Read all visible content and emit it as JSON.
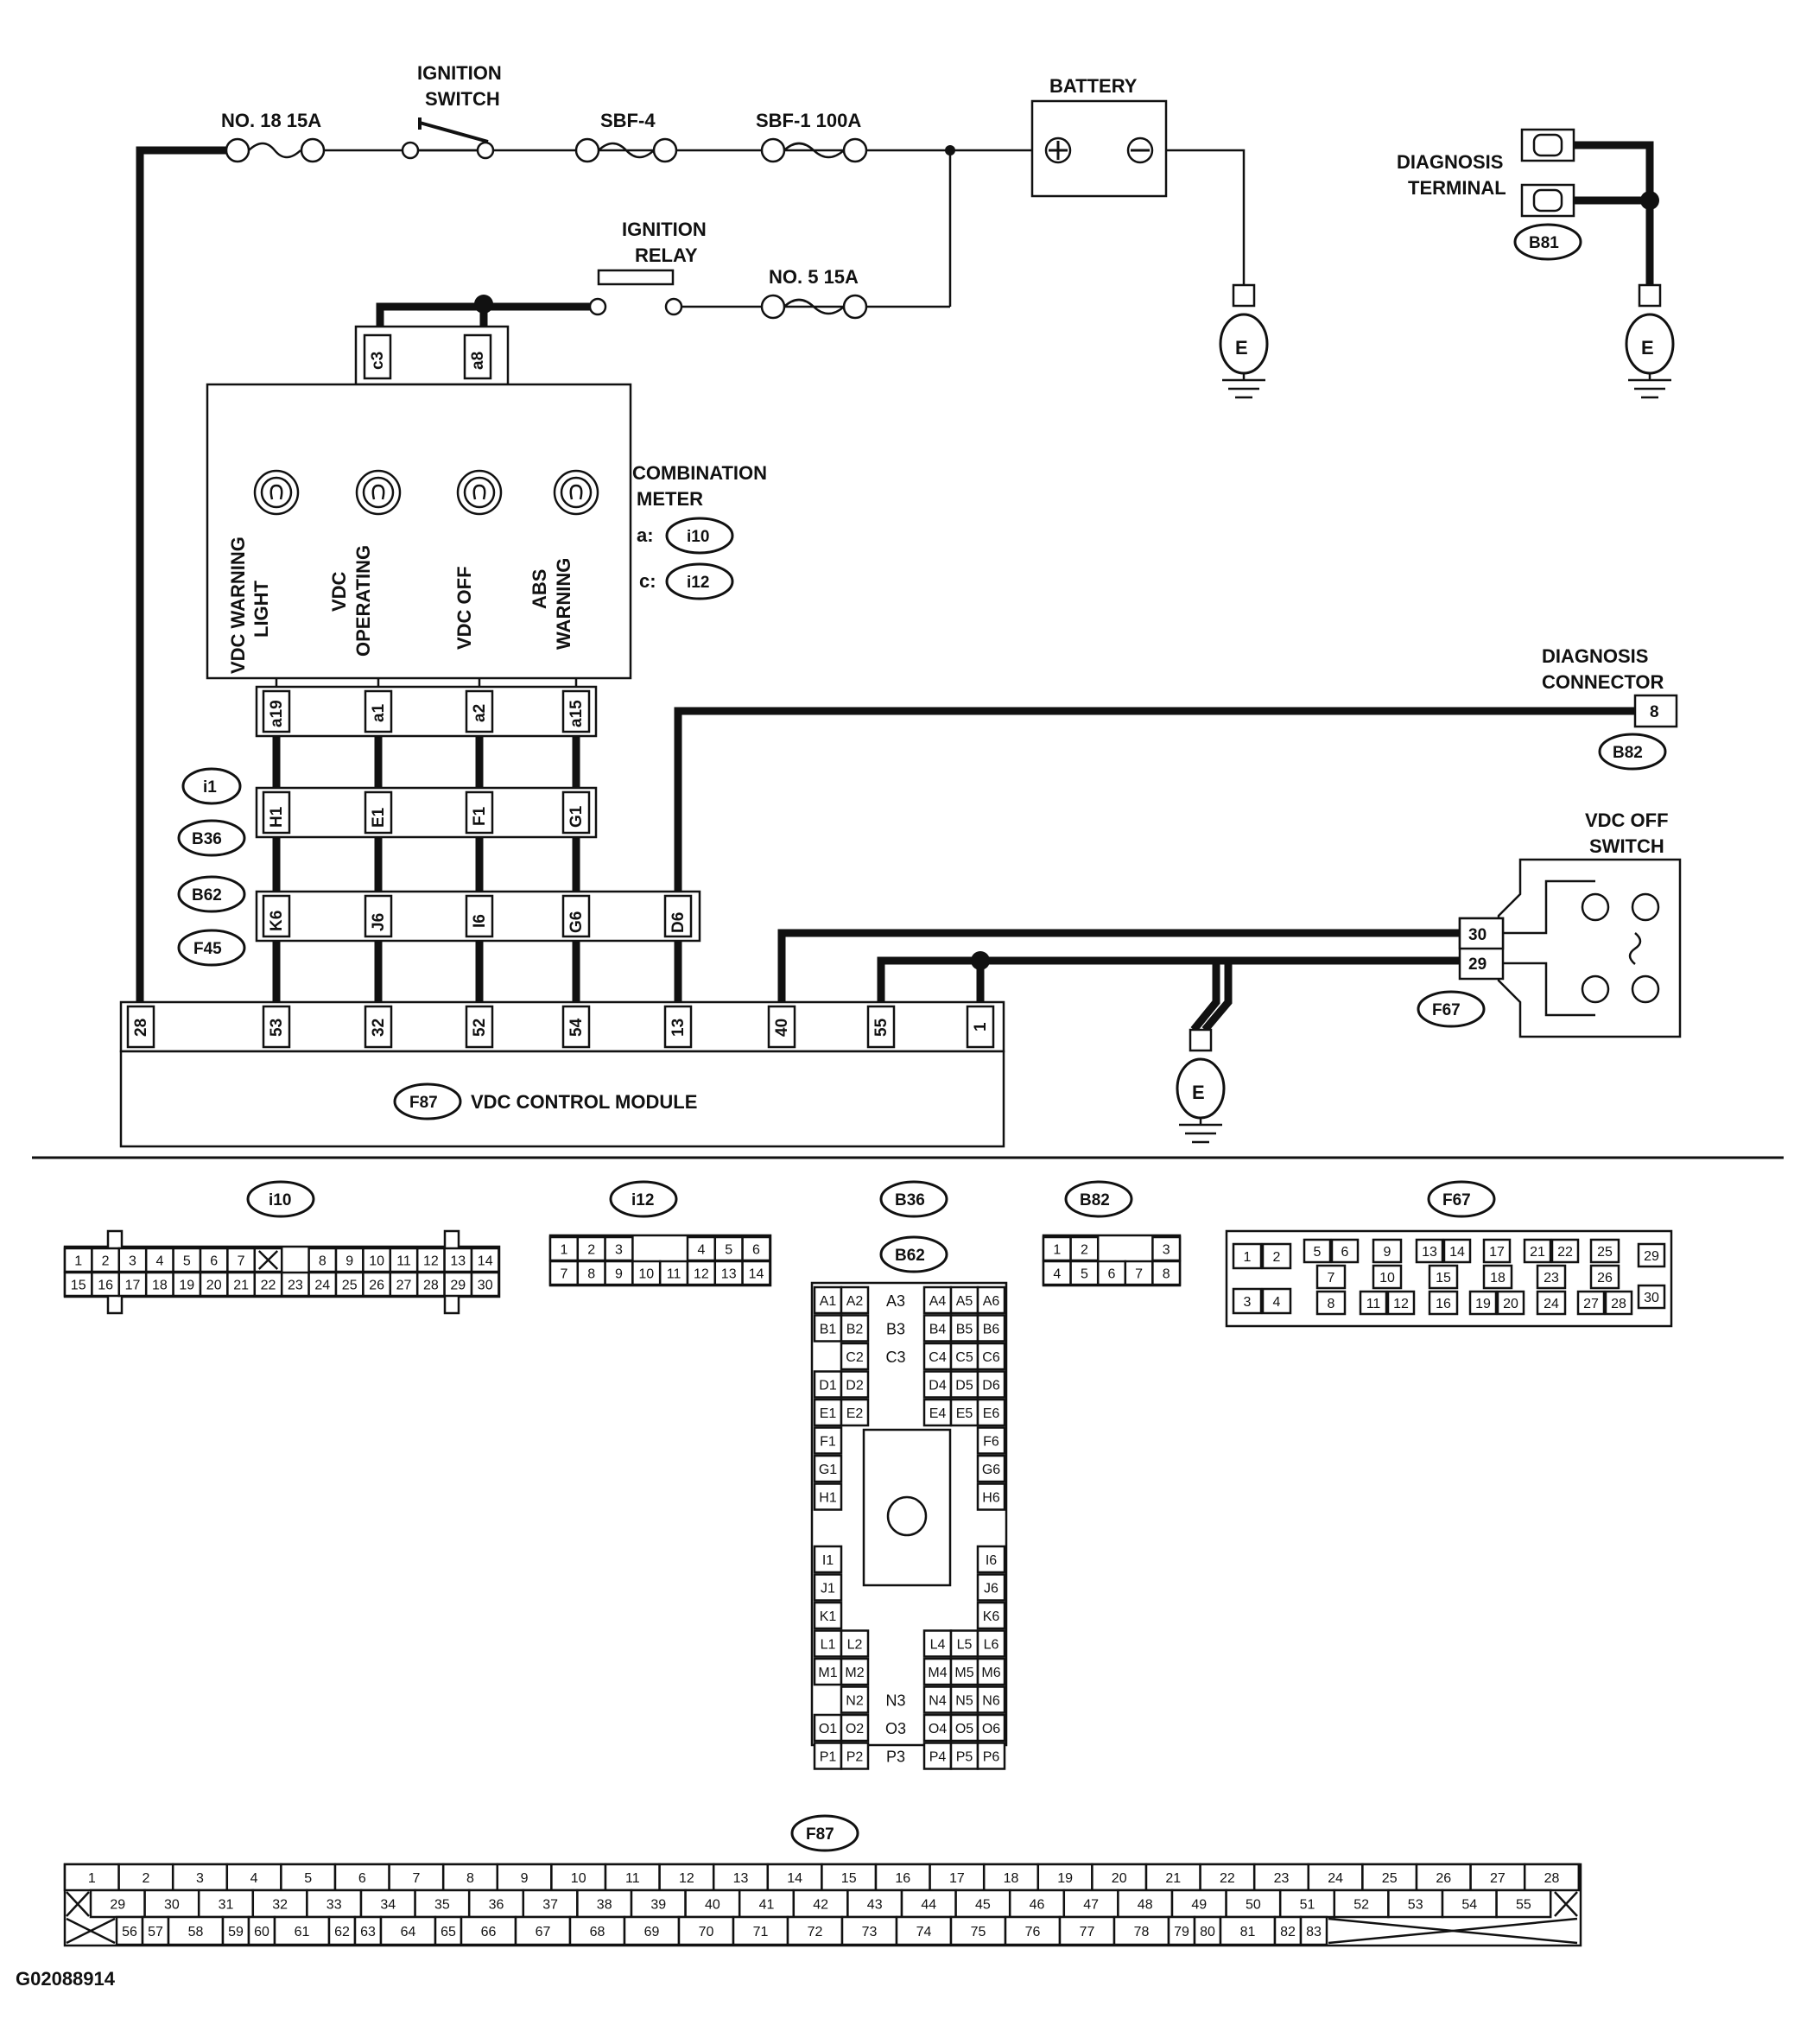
{
  "labels": {
    "fuse_no18": "NO. 18 15A",
    "ignition_switch_1": "IGNITION",
    "ignition_switch_2": "SWITCH",
    "sbf4": "SBF-4",
    "sbf1": "SBF-1 100A",
    "battery": "BATTERY",
    "ignition_relay_1": "IGNITION",
    "ignition_relay_2": "RELAY",
    "fuse_no5": "NO. 5 15A",
    "diag_terminal_1": "DIAGNOSIS",
    "diag_terminal_2": "TERMINAL",
    "combination_meter_1": "COMBINATION",
    "combination_meter_2": "METER",
    "meter_a": "a:",
    "meter_c": "c:",
    "lamp_vdc_warning_1": "VDC WARNING",
    "lamp_vdc_warning_2": "LIGHT",
    "lamp_vdc_operating_1": "VDC",
    "lamp_vdc_operating_2": "OPERATING",
    "lamp_vdc_off": "VDC OFF",
    "lamp_abs_warning_1": "ABS",
    "lamp_abs_warning_2": "WARNING",
    "diag_connector_1": "DIAGNOSIS",
    "diag_connector_2": "CONNECTOR",
    "vdc_off_switch_1": "VDC OFF",
    "vdc_off_switch_2": "SWITCH",
    "vdc_control_module": "VDC CONTROL MODULE",
    "figure_id": "G02088914",
    "ground": "E",
    "plus": "⊕",
    "minus": "⊖"
  },
  "connectors": {
    "b81": "B81",
    "i10": "i10",
    "i12": "i12",
    "b82": "B82",
    "i1": "i1",
    "b36": "B36",
    "b62": "B62",
    "f45": "F45",
    "f67": "F67",
    "f87": "F87"
  },
  "pins": {
    "c3": "c3",
    "a8": "a8",
    "a19": "a19",
    "a1": "a1",
    "a2": "a2",
    "a15": "a15",
    "h1": "H1",
    "e1": "E1",
    "f1": "F1",
    "g1": "G1",
    "k6": "K6",
    "j6": "J6",
    "i6": "I6",
    "g6": "G6",
    "d6": "D6",
    "b82_8": "8",
    "f67_30": "30",
    "f67_29": "29",
    "m28": "28",
    "m53": "53",
    "m32": "32",
    "m52": "52",
    "m54": "54",
    "m13": "13",
    "m40": "40",
    "m55": "55",
    "m1": "1"
  },
  "connector_views": {
    "i10": {
      "row1": [
        "1",
        "2",
        "3",
        "4",
        "5",
        "6",
        "7",
        "",
        "8",
        "9",
        "10",
        "11",
        "12",
        "13",
        "14"
      ],
      "row2": [
        "15",
        "16",
        "17",
        "18",
        "19",
        "20",
        "21",
        "22",
        "23",
        "24",
        "25",
        "26",
        "27",
        "28",
        "29",
        "30"
      ]
    },
    "i12": {
      "row1": [
        "1",
        "2",
        "3",
        "",
        "4",
        "5",
        "6"
      ],
      "row2": [
        "7",
        "8",
        "9",
        "10",
        "11",
        "12",
        "13",
        "14"
      ]
    },
    "b82": {
      "row1": [
        "1",
        "2",
        "",
        "3"
      ],
      "row2": [
        "4",
        "5",
        "6",
        "7",
        "8"
      ]
    },
    "f67": [
      "1",
      "2",
      "5",
      "6",
      "9",
      "13",
      "14",
      "17",
      "21",
      "22",
      "25",
      "29",
      "7",
      "10",
      "15",
      "18",
      "23",
      "26",
      "3",
      "4",
      "8",
      "11",
      "12",
      "16",
      "19",
      "20",
      "24",
      "27",
      "28",
      "30"
    ],
    "b36": {
      "left": [
        "A1",
        "A2",
        "B1",
        "B2",
        "C2",
        "D1",
        "D2",
        "E1",
        "E2",
        "F1",
        "G1",
        "H1",
        "I1",
        "J1",
        "K1",
        "L1",
        "L2",
        "M1",
        "M2",
        "N2",
        "O1",
        "O2",
        "P1",
        "P2"
      ],
      "mid": [
        "A3",
        "B3",
        "C3",
        "N3",
        "O3",
        "P3"
      ],
      "right": [
        "A4",
        "A5",
        "A6",
        "B4",
        "B5",
        "B6",
        "C4",
        "C5",
        "C6",
        "D4",
        "D5",
        "D6",
        "E4",
        "E5",
        "E6",
        "F6",
        "G6",
        "H6",
        "I6",
        "J6",
        "K6",
        "L4",
        "L5",
        "L6",
        "M4",
        "M5",
        "M6",
        "N4",
        "N5",
        "N6",
        "O4",
        "O5",
        "O6",
        "P4",
        "P5",
        "P6"
      ]
    },
    "f87": {
      "row1": [
        "1",
        "2",
        "3",
        "4",
        "5",
        "6",
        "7",
        "8",
        "9",
        "10",
        "11",
        "12",
        "13",
        "14",
        "15",
        "16",
        "17",
        "18",
        "19",
        "20",
        "21",
        "22",
        "23",
        "24",
        "25",
        "26",
        "27",
        "28"
      ],
      "row2": [
        "29",
        "30",
        "31",
        "32",
        "33",
        "34",
        "35",
        "36",
        "37",
        "38",
        "39",
        "40",
        "41",
        "42",
        "43",
        "44",
        "45",
        "46",
        "47",
        "48",
        "49",
        "50",
        "51",
        "52",
        "53",
        "54",
        "55"
      ],
      "row3": [
        "56",
        "57",
        "58",
        "59",
        "60",
        "61",
        "62",
        "63",
        "64",
        "65",
        "66",
        "67",
        "68",
        "69",
        "70",
        "71",
        "72",
        "73",
        "74",
        "75",
        "76",
        "77",
        "78",
        "79",
        "80",
        "81",
        "82",
        "83"
      ]
    }
  }
}
